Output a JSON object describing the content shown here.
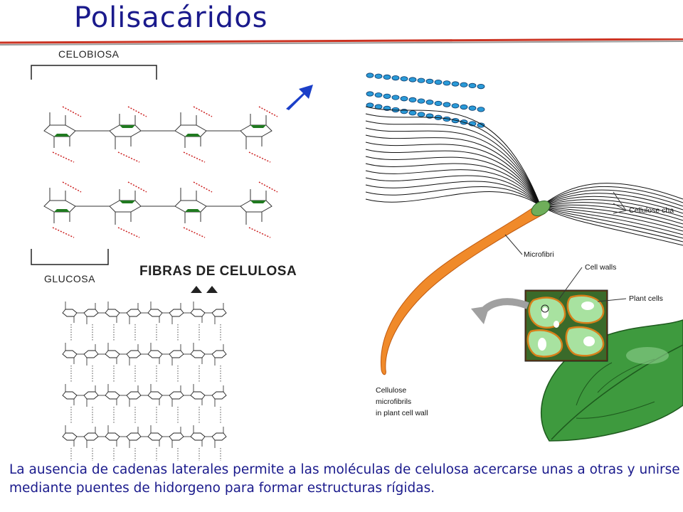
{
  "title": "Polisacáridos",
  "molecule_diagram": {
    "top_label": "CELOBIOSA",
    "bottom_label": "GLUCOSA"
  },
  "fiber_diagram": {
    "heading": "FIBRAS DE CELULOSA"
  },
  "plant_diagram": {
    "labels": {
      "cellulose_chains": "Cellulose cha",
      "microfibril": "Microfibri",
      "cell_walls": "Cell walls",
      "plant_cells": "Plant cells",
      "caption_line1": "Cellulose",
      "caption_line2": "microfibrils",
      "caption_line3": "in plant cell wall"
    }
  },
  "caption": "La ausencia de cadenas laterales permite a las moléculas de celulosa acercarse unas a otras y unirse mediante puentes de hidorgeno para formar estructuras rígidas.",
  "colors": {
    "title": "#1a1a8c",
    "rule": "#cc3322",
    "ring_green": "#1f7a1f",
    "hbond": "#cc2222",
    "fibril_orange": "#f08a2a",
    "leaf_green": "#3e9a3e",
    "arrow_blue": "#1b3fc8",
    "arrow_gray": "#a0a0a0"
  }
}
